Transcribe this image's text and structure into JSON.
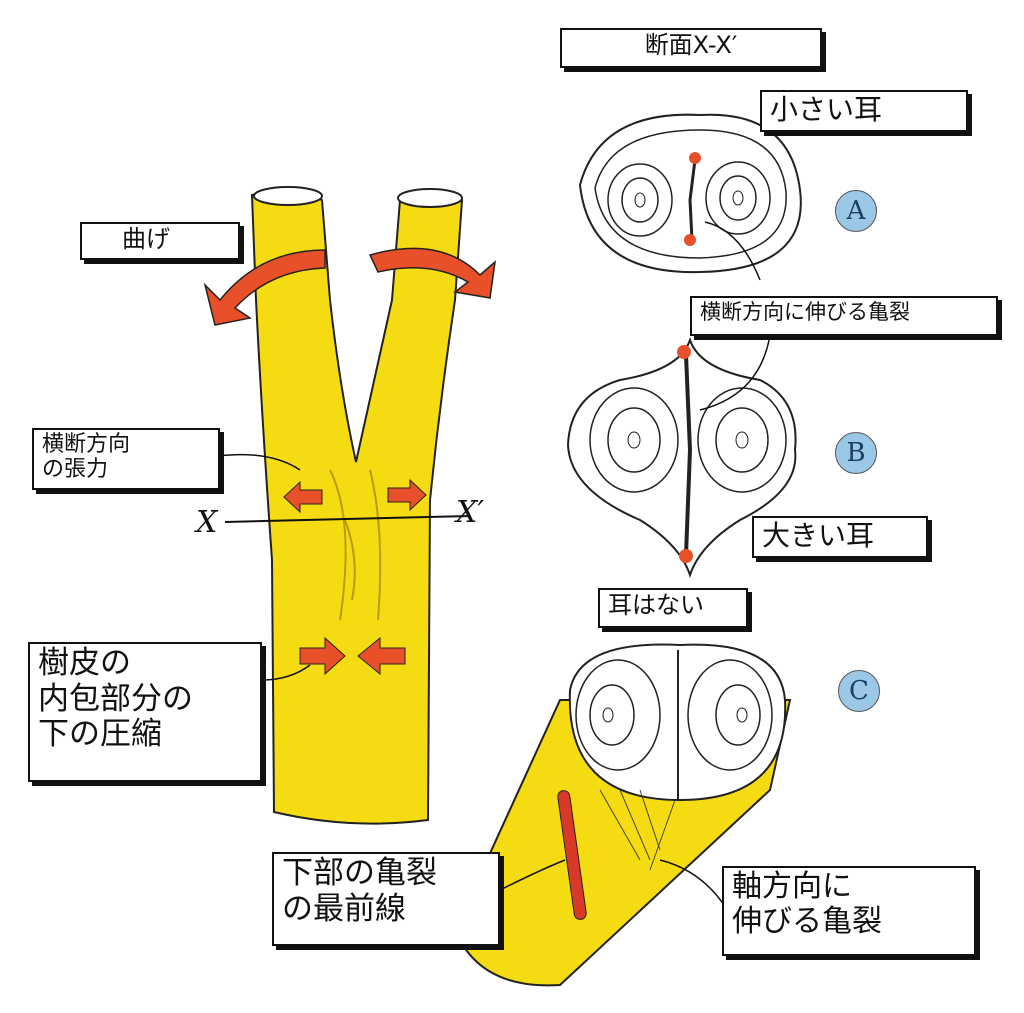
{
  "labels": {
    "section": "断面X-X′",
    "small_ear": "小さい耳",
    "transverse_crack": "横断方向に伸びる亀裂",
    "large_ear": "大きい耳",
    "no_ear": "耳はない",
    "bending": "曲げ",
    "transverse_tension": "横断方向\nの張力",
    "bark_compression": "樹皮の\n内包部分の\n下の圧縮",
    "crack_front": "下部の亀裂\nの最前線",
    "axial_crack": "軸方向に\n伸びる亀裂"
  },
  "markers": {
    "a": "A",
    "b": "B",
    "c": "C",
    "x": "X",
    "x_prime": "X′"
  },
  "colors": {
    "wood": "#f5dc12",
    "arrow": "#e8502a",
    "marker": "#9cc8e8"
  }
}
